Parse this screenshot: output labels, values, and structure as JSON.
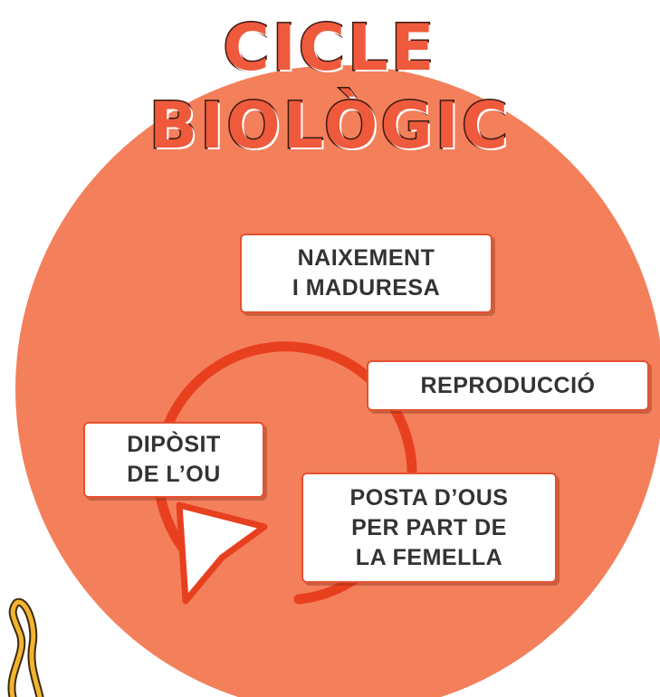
{
  "title": {
    "line1": "CICLE",
    "line2": "BIOLÒGIC"
  },
  "steps": [
    {
      "label": "NAIXEMENT\nI MADURESA"
    },
    {
      "label": "REPRODUCCIÓ"
    },
    {
      "label": "POSTA D’OUS\nPER PART DE\nLA FEMELLA"
    },
    {
      "label": "DIPÒSIT\nDE L’OU"
    }
  ],
  "colors": {
    "circle": "#f47f5b",
    "cycle_arrow": "#e8401f",
    "box_border": "#e6502f",
    "title_fill": "#ef5a3c",
    "text": "#333333"
  }
}
